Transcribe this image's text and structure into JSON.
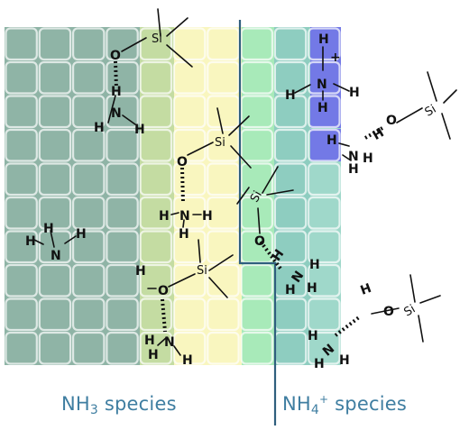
{
  "labels": {
    "nh3": {
      "prefix": "NH",
      "sub": "3",
      "suffix": " species"
    },
    "nh4": {
      "prefix": "NH",
      "sub": "4",
      "sup": "+",
      "suffix": " species"
    }
  },
  "atoms": {
    "si": "Si",
    "o": "O",
    "n": "N",
    "h": "H",
    "plus": "+"
  },
  "colors": {
    "teal_dark": "#8fb4a6",
    "olive_light": "#c4dca2",
    "yellow_pale": "#f9f6bf",
    "mint": "#a8eab9",
    "teal_mid": "#8ecdc0",
    "violet": "#7379e6",
    "divider": "#2f5f7e",
    "label_text": "#3f7ea1"
  }
}
